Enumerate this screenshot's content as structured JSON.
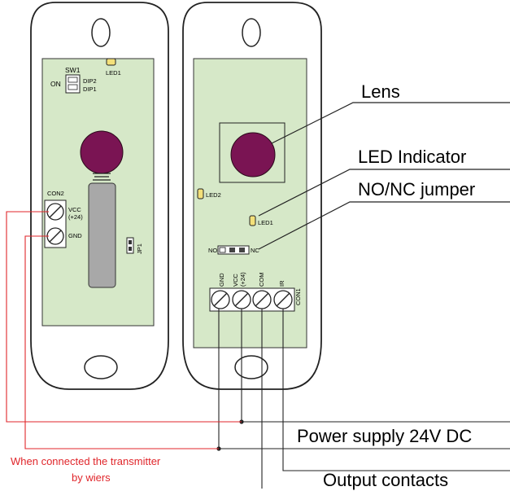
{
  "left_board": {
    "sw1": "SW1",
    "on": "ON",
    "dip2": "DIP2",
    "dip1": "DIP1",
    "led1": "LED1",
    "con2": "CON2",
    "vcc": "VCC",
    "plus24": "(+24)",
    "gnd": "GND",
    "jp1": "JP1"
  },
  "right_board": {
    "led2": "LED2",
    "led1": "LED1",
    "no": "NO",
    "nc": "NC",
    "term_gnd": "GND",
    "term_vcc": "VCC",
    "term_plus24": "(+24)",
    "term_com": "COM",
    "term_ir": "IR",
    "con1": "CON1"
  },
  "callouts": {
    "lens": "Lens",
    "led_indicator": "LED Indicator",
    "jumper": "NO/NC jumper",
    "power": "Power supply 24V DC",
    "output": "Output contacts"
  },
  "note": {
    "line1": "When connected the transmitter",
    "line2": "by wiers"
  },
  "colors": {
    "board": "#d6e8c8",
    "lens": "#7a1453",
    "led": "#f3e07a",
    "red_wire": "#e0262b"
  }
}
